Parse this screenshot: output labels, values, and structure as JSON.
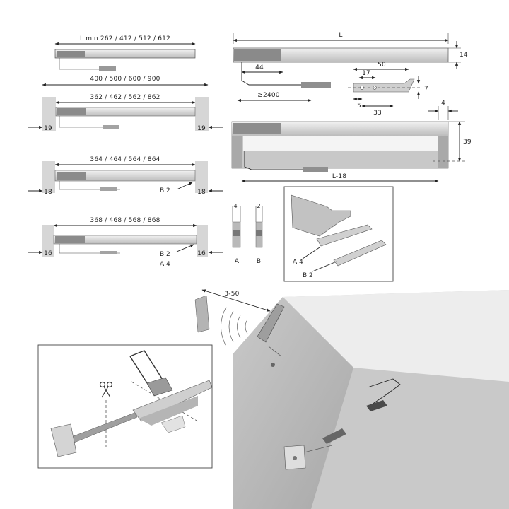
{
  "dims": {
    "lmin": "L min 262  / 412 / 512 / 612",
    "cabinet": "400 / 500 / 600 / 900",
    "len19": "362  / 462 / 562 / 862",
    "len18": "364 / 464 / 564 / 864",
    "len16": "368  / 468 / 568 / 868",
    "side19": "19",
    "side18": "18",
    "side16": "16",
    "L": "L",
    "h14": "14",
    "d44": "44",
    "d2400": "≥2400",
    "d50": "50",
    "d17": "17",
    "d7": "7",
    "d5": "5",
    "d33": "33",
    "d4": "4",
    "d39": "39",
    "L18": "L-18",
    "dA": "4",
    "dB": "2",
    "range": "3-50"
  },
  "labels": {
    "A": "A",
    "B": "B",
    "B2_row18": "B 2",
    "B2_row16": "B 2",
    "A4_row16": "A 4",
    "A4_detail": "A 4",
    "B2_detail": "B 2"
  },
  "colors": {
    "line": "#222222",
    "profile_dark": "#8a8a8a",
    "profile_light": "#dcdcdc",
    "panel": "#d9d9d9",
    "cabinet_gray": "#bdbdbd",
    "cabinet_dark": "#9a9a9a"
  },
  "icons": [
    "scissors-icon",
    "hacksaw-icon",
    "motion-sensor-waves-icon"
  ]
}
